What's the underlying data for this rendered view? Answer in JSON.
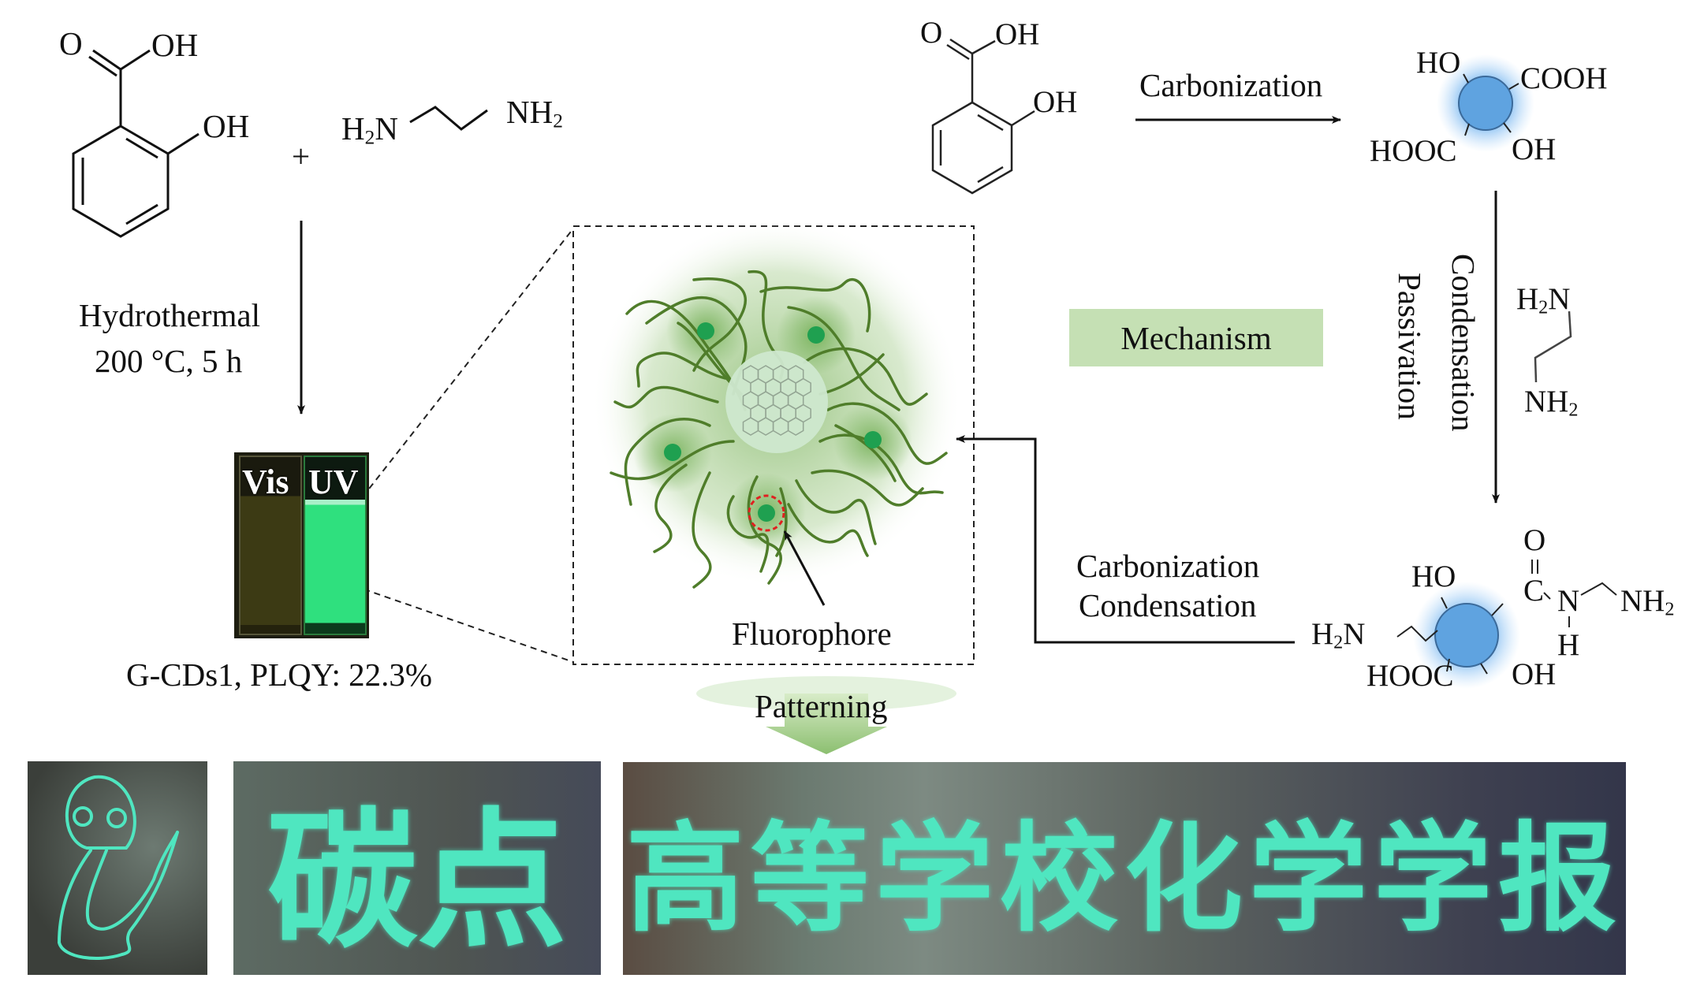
{
  "left_scheme": {
    "reactant1": {
      "name": "salicylic acid",
      "o_label": "O",
      "oh_carboxyl": "OH",
      "oh_phenol": "OH"
    },
    "plus": "+",
    "reactant2": {
      "name": "ethylenediamine",
      "h2n": "H",
      "h2n_sub": "2",
      "h2n_tail": "N",
      "nh2": "NH",
      "nh2_sub": "2"
    },
    "condition_line1": "Hydrothermal",
    "condition_line2": "200 °C, 5 h",
    "cuvette": {
      "vis_label": "Vis",
      "uv_label": "UV"
    },
    "product_caption": "G-CDs1, PLQY: 22.3%"
  },
  "inset": {
    "fluorophore_label": "Fluorophore"
  },
  "mechanism": {
    "title": "Mechanism",
    "precursor": {
      "o_label": "O",
      "oh_carboxyl": "OH",
      "oh_phenol": "OH"
    },
    "step1_label": "Carbonization",
    "intermediate": {
      "ho": "HO",
      "cooh": "COOH",
      "hooc": "HOOC",
      "oh": "OH"
    },
    "step2_label_1": "Condensation",
    "step2_label_2": "Passivation",
    "reagent": {
      "h2n": "H",
      "h2n_sub": "2",
      "h2n_tail": "N",
      "nh2": "NH",
      "nh2_sub": "2"
    },
    "product": {
      "ho": "HO",
      "o": "O",
      "c": "C",
      "n": "N",
      "h": "H",
      "nh2": "NH",
      "nh2_sub": "2",
      "h2n": "H",
      "h2n_sub": "2",
      "h2n_tail": "N",
      "hooc": "HOOC",
      "oh": "OH"
    },
    "step3_label_1": "Carbonization",
    "step3_label_2": "Condensation"
  },
  "patterning": {
    "label": "Patterning",
    "panels": [
      {
        "name": "snake-drawing",
        "text": ""
      },
      {
        "name": "carbon-dots-characters",
        "text": "碳点"
      },
      {
        "name": "journal-name-characters",
        "text": "高等学校化学学报"
      }
    ]
  },
  "colors": {
    "dot_blue": "#5fa3e0",
    "mechanism_box": "#c5e0b4",
    "fluor_green": "#1fa050",
    "strand_green": "#4f7d2a",
    "glow_cyan": "#4fe6c0"
  }
}
